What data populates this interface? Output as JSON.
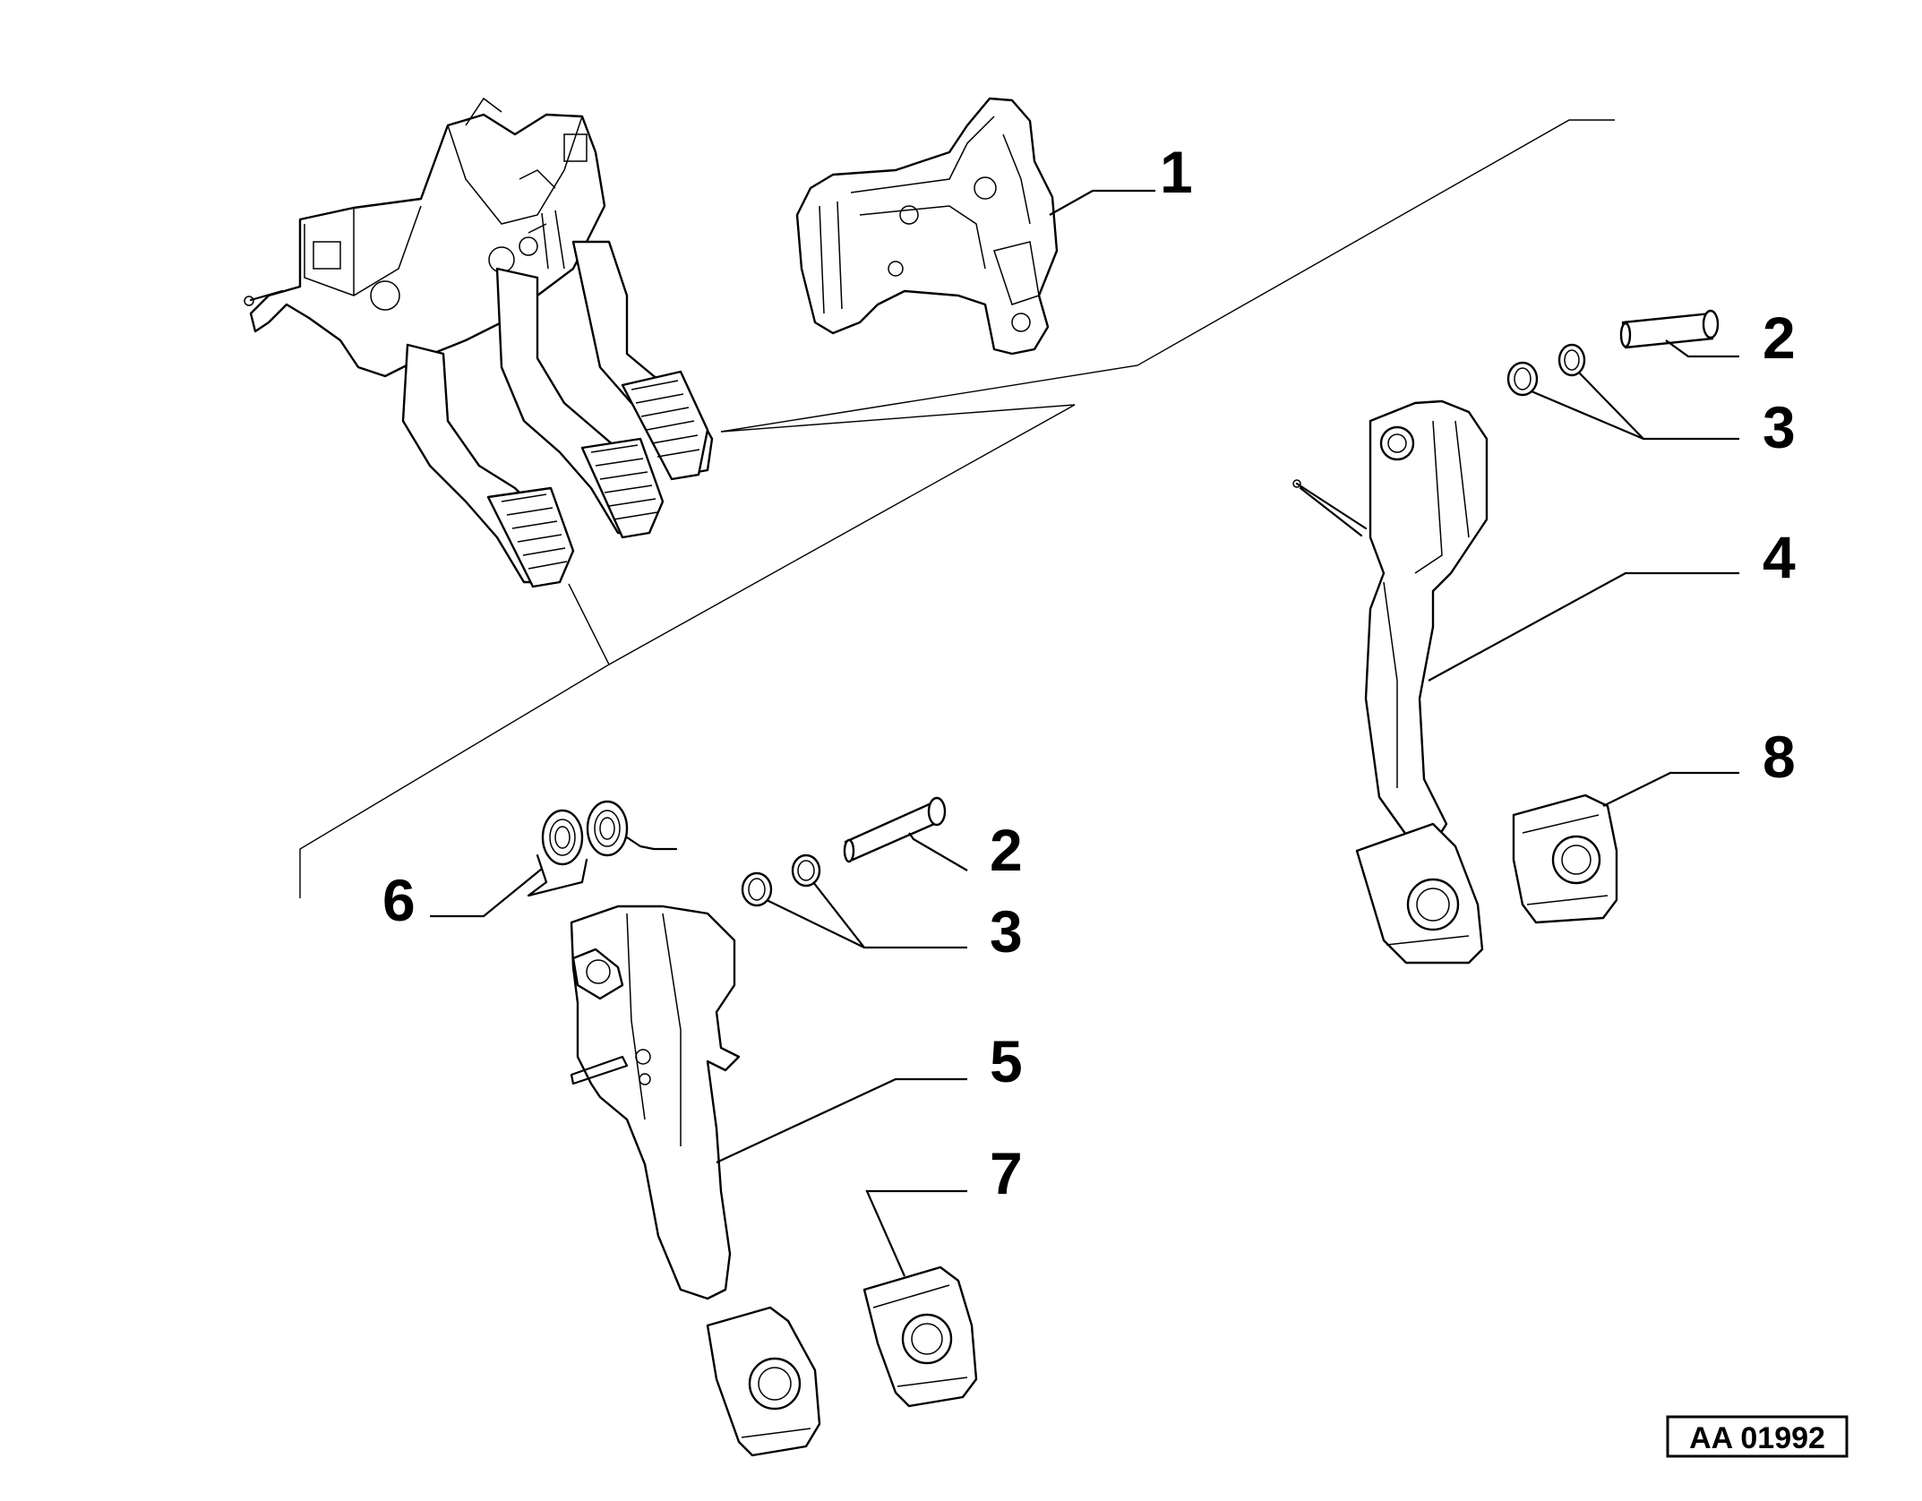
{
  "callouts": {
    "c1": "1",
    "c2_right": "2",
    "c3_right": "3",
    "c4": "4",
    "c8": "8",
    "c6": "6",
    "c2_left": "2",
    "c3_left": "3",
    "c5": "5",
    "c7": "7"
  },
  "reference_code": "AA 01992",
  "colors": {
    "line": "#000000",
    "background": "#ffffff"
  }
}
